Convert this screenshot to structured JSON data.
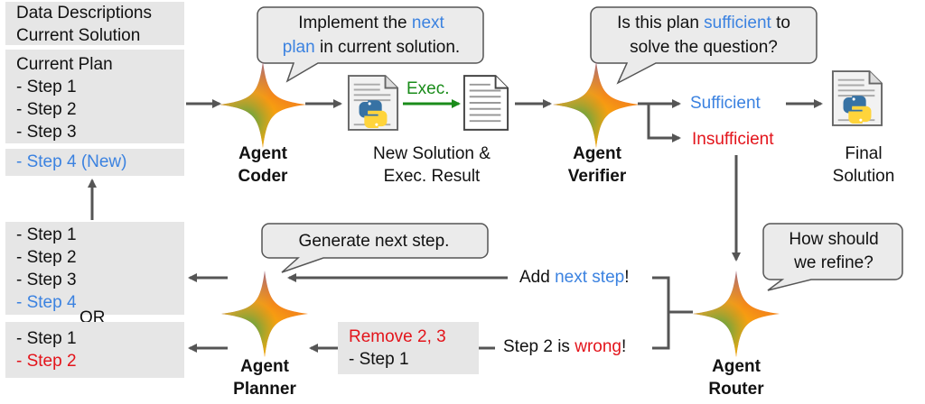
{
  "top_box": {
    "line1": "Data Descriptions",
    "line2": "Current Solution"
  },
  "plan_box": {
    "title": "Current Plan",
    "steps": [
      "- Step 1",
      "- Step 2",
      "- Step 3"
    ]
  },
  "new_step_box": {
    "text": "- Step 4 (New)"
  },
  "option_a_box": {
    "steps": [
      "- Step 1",
      "- Step 2",
      "- Step 3"
    ],
    "new_step": "- Step 4"
  },
  "or_label": "OR",
  "option_b_box": {
    "step1": "- Step 1",
    "step2": "- Step 2"
  },
  "coder": {
    "name_line1": "Agent",
    "name_line2": "Coder",
    "bubble_pre": "Implement the ",
    "bubble_hl": "next",
    "bubble_line2_hl": "plan",
    "bubble_post": " in current solution."
  },
  "exec_label": "Exec.",
  "new_solution": {
    "line1": "New Solution &",
    "line2": "Exec. Result"
  },
  "verifier": {
    "name_line1": "Agent",
    "name_line2": "Verifier",
    "bubble_pre": "Is this plan ",
    "bubble_hl": "sufficient",
    "bubble_mid": " to",
    "bubble_line2": "solve the question?"
  },
  "sufficient": "Sufficient",
  "insufficient": "Insufficient",
  "final_solution": {
    "line1": "Final",
    "line2": "Solution"
  },
  "router": {
    "name_line1": "Agent",
    "name_line2": "Router",
    "bubble_line1": "How should",
    "bubble_line2": "we refine?"
  },
  "add_next": {
    "pre": "Add ",
    "hl": "next step",
    "post": "!"
  },
  "step_wrong": {
    "pre": "Step 2 is ",
    "hl": "wrong",
    "post": "!"
  },
  "remove_box": {
    "line1": "Remove 2, 3",
    "line2": "- Step 1"
  },
  "planner": {
    "name_line1": "Agent",
    "name_line2": "Planner",
    "bubble": "Generate next step."
  },
  "colors": {
    "blue": "#3b82e0",
    "red": "#e3141b",
    "green": "#1a8c1a",
    "arrow": "#555555",
    "box": "#e6e6e6"
  }
}
